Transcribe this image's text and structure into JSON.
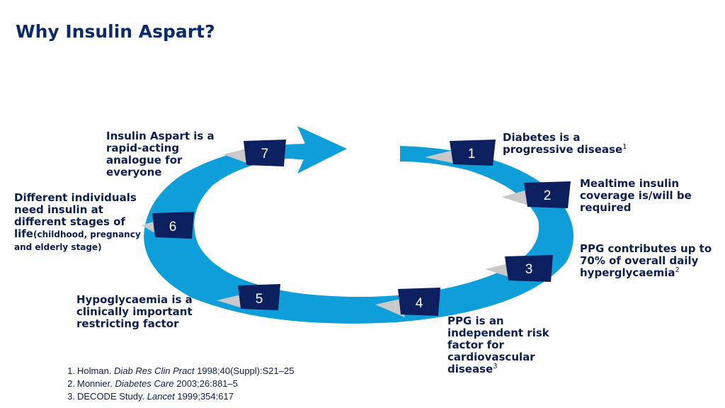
{
  "title": "Why Insulin Aspart?",
  "steps": [
    {
      "num": "1",
      "text": "Diabetes is a progressive disease",
      "ref": "1"
    },
    {
      "num": "2",
      "text": "Mealtime insulin coverage is/will be required",
      "ref": ""
    },
    {
      "num": "3",
      "text": "PPG contributes up to 70% of overall daily hyperglycaemia",
      "ref": "2"
    },
    {
      "num": "4",
      "text": "PPG is an independent risk factor for cardiovascular disease",
      "ref": "3"
    },
    {
      "num": "5",
      "text": "Hypoglycaemia is a clinically important restricting factor",
      "ref": ""
    },
    {
      "num": "6",
      "text_main": "Different individuals need insulin at different stages of life",
      "text_small": "(childhood, pregnancy and elderly stage)"
    },
    {
      "num": "7",
      "text": "Insulin Aspart is a rapid-acting analogue for everyone"
    }
  ],
  "references": [
    {
      "num": "1.",
      "author": "Holman.",
      "journal": "Diab Res Clin Pract",
      "detail": "1998;40(Suppl):S21–25"
    },
    {
      "num": "2.",
      "author": "Monnier.",
      "journal": "Diabetes Care",
      "detail": "2003;26:881–5"
    },
    {
      "num": "3.",
      "author": "DECODE Study.",
      "journal": "Lancet",
      "detail": "1999;354:617"
    }
  ],
  "colors": {
    "ring": "#0e9ed9",
    "box": "#0c1f5e",
    "title": "#0b2a6b",
    "shadow": "#bdbdbd"
  }
}
